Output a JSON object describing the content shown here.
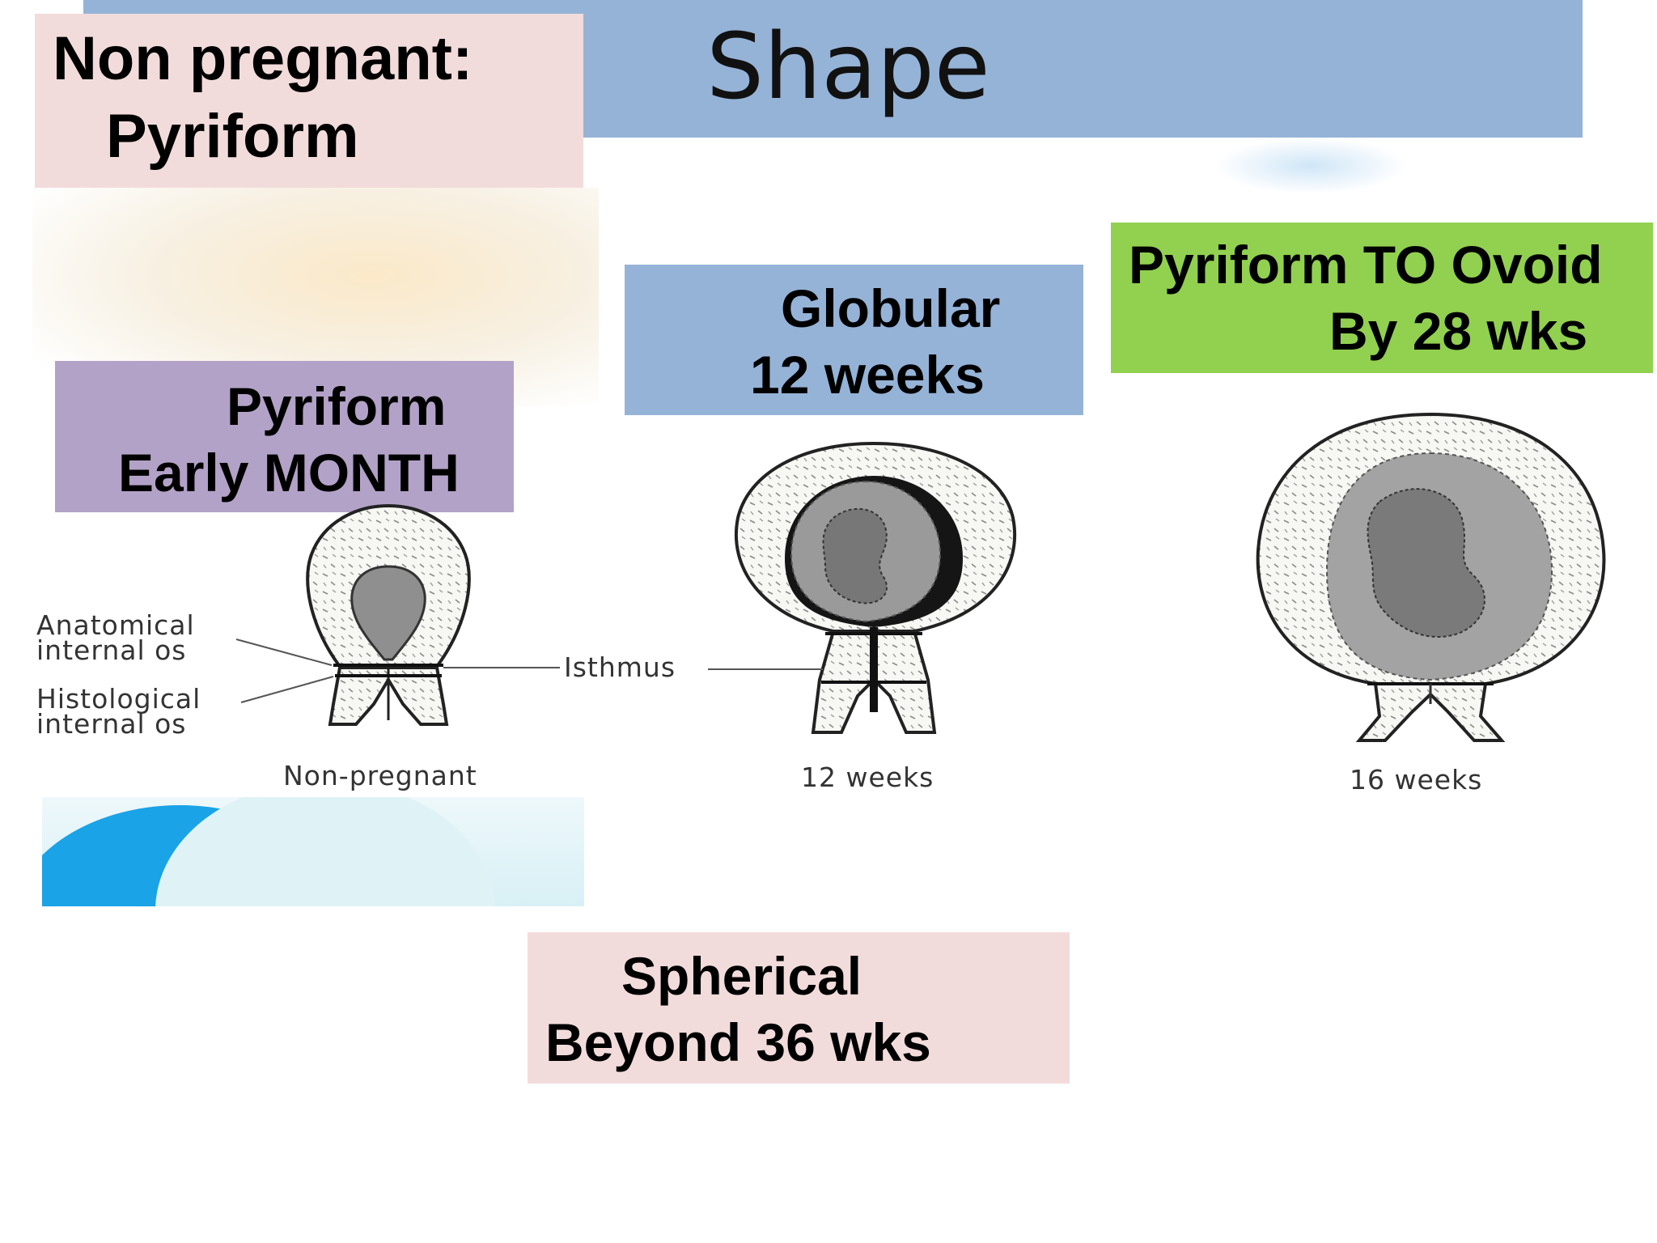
{
  "slide": {
    "title": "Shape",
    "labels": {
      "non_pregnant": {
        "line1": "Non pregnant:",
        "line2": "Pyriform"
      },
      "early_month": {
        "line1": "Pyriform",
        "line2": "Early  MONTH"
      },
      "globular": {
        "line1": "Globular",
        "line2": "12 weeks"
      },
      "ovoid": {
        "line1": "Pyriform TO Ovoid",
        "line2": "By 28 wks"
      },
      "spherical": {
        "line1": "Spherical",
        "line2": "Beyond 36 wks"
      }
    },
    "colors": {
      "banner": "#95b3d7",
      "pink": "#f2dcdb",
      "purple": "#b3a2c7",
      "green": "#92d050"
    }
  },
  "diagram": {
    "annotations": {
      "anatomical_os": [
        "Anatomical",
        "internal os"
      ],
      "histological_os": [
        "Histological",
        "internal os"
      ],
      "isthmus": "Isthmus"
    },
    "captions": {
      "non_pregnant": "Non-pregnant",
      "weeks_12": "12 weeks",
      "weeks_16": "16 weeks"
    }
  }
}
